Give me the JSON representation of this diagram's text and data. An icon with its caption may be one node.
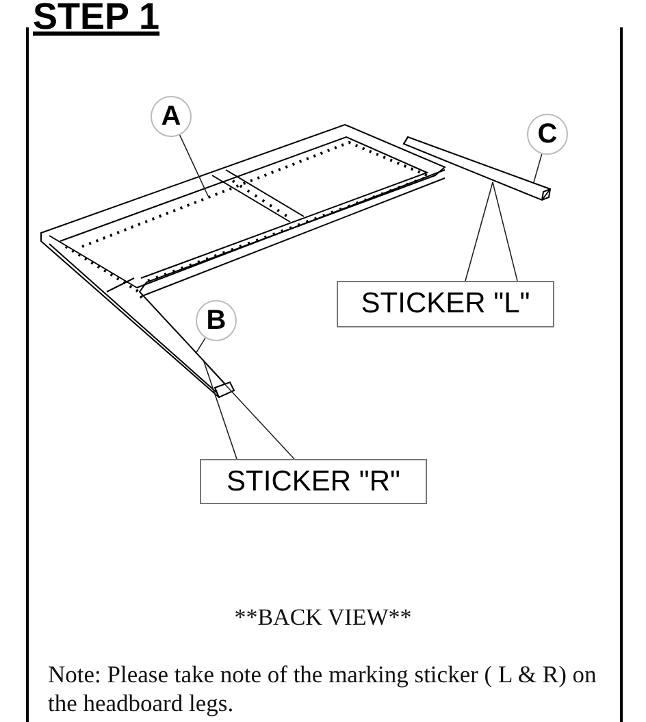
{
  "diagram": {
    "title": "STEP 1",
    "nodes": [
      {
        "text": [
          "A"
        ]
      },
      {
        "text": [
          "C"
        ]
      },
      {
        "text": [
          "STICKER \"L\""
        ]
      },
      {
        "text": [
          "B"
        ]
      },
      {
        "text": [
          "STICKER \"R\""
        ]
      }
    ],
    "edges": [
      {
        "from": 0,
        "to": null,
        "arrow": "none"
      },
      {
        "from": 1,
        "to": null,
        "arrow": "none"
      },
      {
        "from": 2,
        "to": null,
        "arrow": "none"
      },
      {
        "from": 2,
        "to": null,
        "arrow": "none"
      },
      {
        "from": 3,
        "to": null,
        "arrow": "none"
      },
      {
        "from": 4,
        "to": null,
        "arrow": "none"
      },
      {
        "from": 4,
        "to": null,
        "arrow": "none"
      }
    ],
    "labels": [
      "**BACK VIEW**",
      "Note: Please take note of the marking sticker ( L & R) on the headboard legs."
    ]
  }
}
